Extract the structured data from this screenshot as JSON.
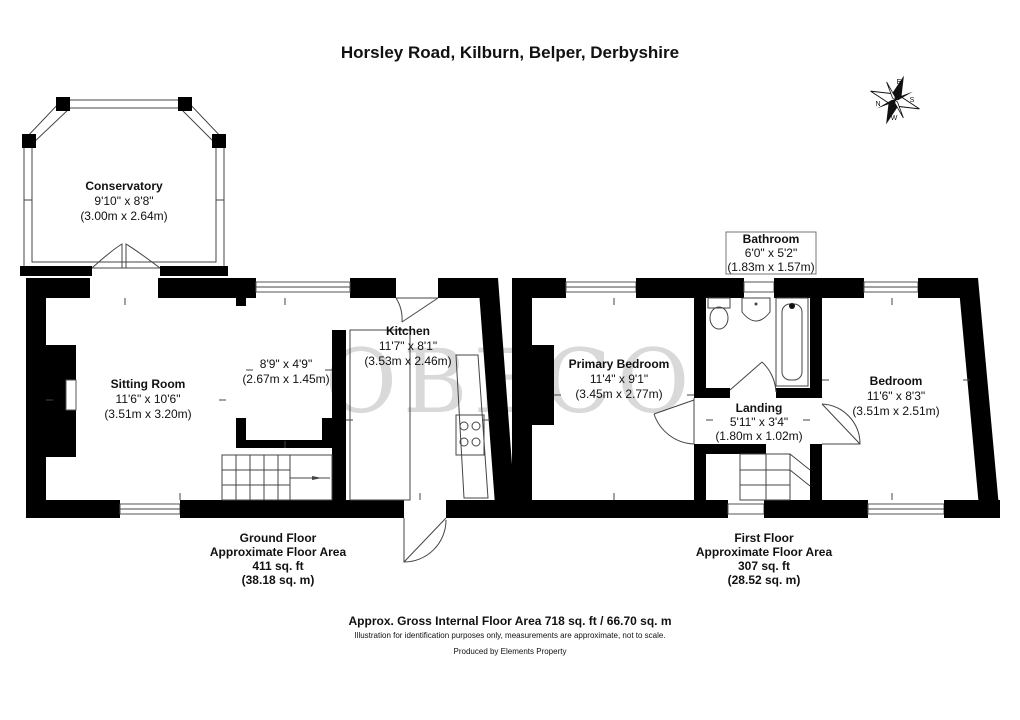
{
  "title": "Horsley Road, Kilburn, Belper, Derbyshire",
  "watermark": "OBECO",
  "compass": {
    "n": "N",
    "s": "S",
    "e": "E",
    "w": "W"
  },
  "rooms": {
    "conservatory": {
      "name": "Conservatory",
      "imperial": "9'10\" x 8'8\"",
      "metric": "(3.00m x 2.64m)"
    },
    "sitting_room": {
      "name": "Sitting Room",
      "imperial": "11'6\" x 10'6\"",
      "metric": "(3.51m x 3.20m)"
    },
    "kitchen": {
      "name": "Kitchen",
      "imperial": "11'7\" x 8'1\"",
      "metric": "(3.53m x 2.46m)"
    },
    "kitchen_area": {
      "imperial": "8'9\" x 4'9\"",
      "metric": "(2.67m x 1.45m)"
    },
    "bathroom": {
      "name": "Bathroom",
      "imperial": "6'0\" x 5'2\"",
      "metric": "(1.83m x 1.57m)"
    },
    "primary_bedroom": {
      "name": "Primary Bedroom",
      "imperial": "11'4\" x 9'1\"",
      "metric": "(3.45m x 2.77m)"
    },
    "landing": {
      "name": "Landing",
      "imperial": "5'11\" x 3'4\"",
      "metric": "(1.80m x 1.02m)"
    },
    "bedroom": {
      "name": "Bedroom",
      "imperial": "11'6\" x 8'3\"",
      "metric": "(3.51m x 2.51m)"
    }
  },
  "floors": {
    "ground": {
      "line1": "Ground Floor",
      "line2": "Approximate Floor Area",
      "sqft": "411 sq. ft",
      "sqm": "(38.18 sq. m)"
    },
    "first": {
      "line1": "First Floor",
      "line2": "Approximate Floor Area",
      "sqft": "307 sq. ft",
      "sqm": "(28.52 sq. m)"
    }
  },
  "footer": {
    "gross": "Approx. Gross Internal Floor Area 718 sq. ft / 66.70 sq. m",
    "disclaimer": "Illustration for identification purposes only, measurements are approximate, not to scale.",
    "producer": "Produced by Elements Property"
  }
}
